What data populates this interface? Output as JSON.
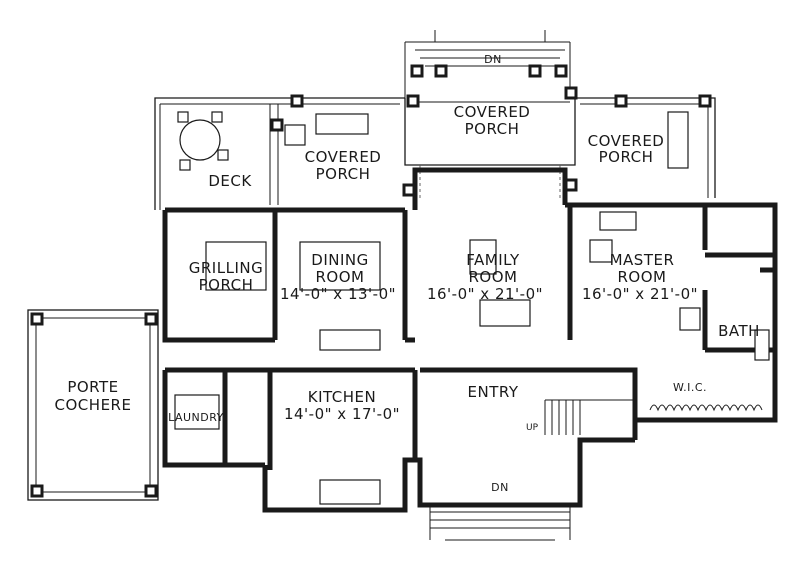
{
  "rooms": {
    "covered_porch_top": [
      "COVERED",
      "PORCH"
    ],
    "covered_porch_left": [
      "COVERED",
      "PORCH"
    ],
    "covered_porch_right": [
      "COVERED",
      "PORCH"
    ],
    "deck": "DECK",
    "grilling_porch": [
      "GRILLING",
      "PORCH"
    ],
    "dining_room": [
      "DINING",
      "ROOM",
      "14'-0\" x 13'-0\""
    ],
    "family_room": [
      "FAMILY",
      "ROOM",
      "16'-0\" x 21'-0\""
    ],
    "master_room": [
      "MASTER",
      "ROOM",
      "16'-0\" x 21'-0\""
    ],
    "bath": "BATH",
    "wic": "W.I.C.",
    "porte_cochere": [
      "PORTE",
      "COCHERE"
    ],
    "laundry": "LAUNDRY",
    "kitchen": [
      "KITCHEN",
      "14'-0\" x 17'-0\""
    ],
    "entry": "ENTRY"
  },
  "stairs": {
    "top_dn": "DN",
    "bottom_dn": "DN",
    "up": "UP"
  }
}
